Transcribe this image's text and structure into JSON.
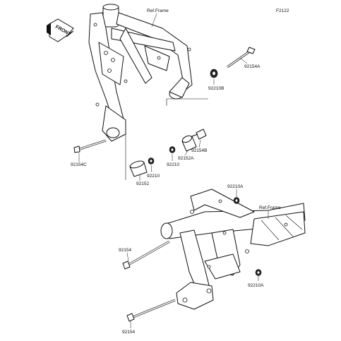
{
  "diagram_code": "F2122",
  "front_badge": "FRONT",
  "ref_frame_label": "Ref.Frame",
  "parts_upper": {
    "bolt_right": "92154A",
    "collar_right": "92210B",
    "bolt_left": "92154C",
    "bolt_mid": "92154B",
    "spacer_a": "92152A",
    "collar_a": "92210",
    "collar_b": "92210",
    "spacer_b": "92152"
  },
  "parts_lower": {
    "collar_top": "92210A",
    "ref_frame": "Ref.Frame",
    "bolt_upper": "92154",
    "collar_bottom": "92210A",
    "bolt_lower": "92154"
  }
}
